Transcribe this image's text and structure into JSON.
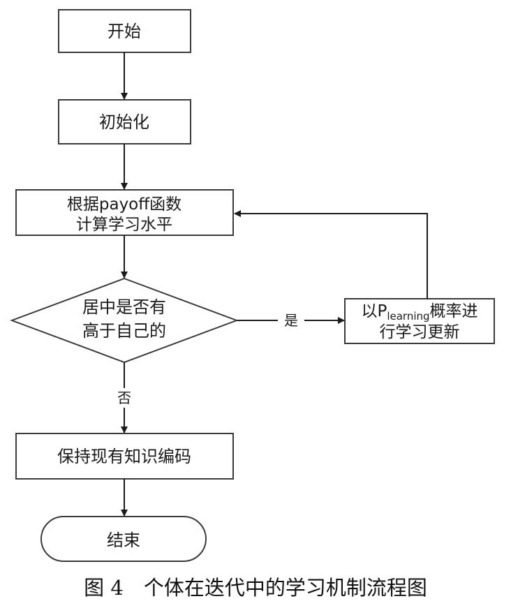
{
  "diagram": {
    "nodes": {
      "start": {
        "label": "开始"
      },
      "init": {
        "label": "初始化"
      },
      "compute": {
        "line1": "根据payoff函数",
        "line2": "计算学习水平"
      },
      "decision": {
        "line1": "居中是否有",
        "line2": "高于自己的"
      },
      "update": {
        "prefix": "以P",
        "subscript": "learning",
        "suffix": "概率进",
        "line2": "行学习更新"
      },
      "keep": {
        "label": "保持现有知识编码"
      },
      "end": {
        "label": "结束"
      }
    },
    "edges": {
      "yes_label": "是",
      "no_label": "否"
    },
    "caption": "图 4　个体在迭代中的学习机制流程图"
  }
}
